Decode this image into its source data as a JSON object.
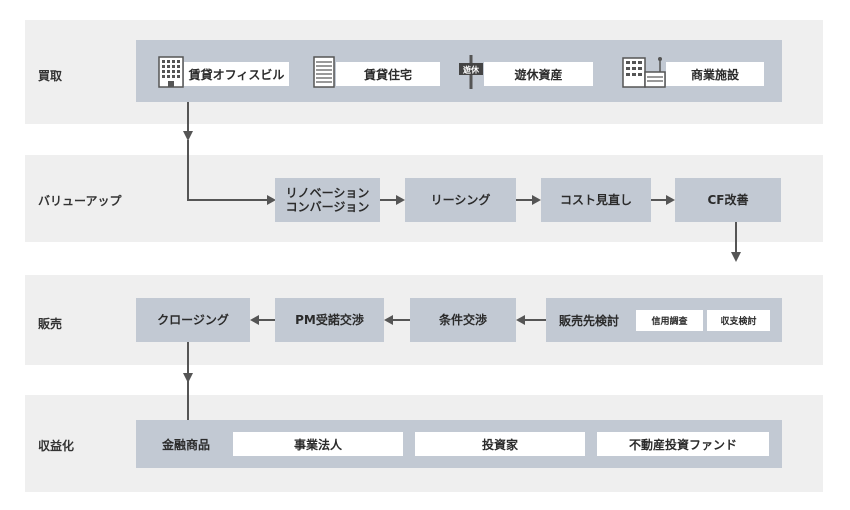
{
  "stages": {
    "acquisition": {
      "label": "買取",
      "items": [
        {
          "icon": "office-building-icon",
          "label": "賃貸オフィスビル"
        },
        {
          "icon": "apartment-icon",
          "label": "賃貸住宅"
        },
        {
          "icon": "idle-asset-sign-icon",
          "icon_text": "遊休",
          "label": "遊休資産"
        },
        {
          "icon": "shopping-facility-icon",
          "label": "商業施設"
        }
      ]
    },
    "value_up": {
      "label": "バリューアップ",
      "steps": [
        {
          "line1": "リノベーション",
          "line2": "コンバージョン"
        },
        {
          "label": "リーシング"
        },
        {
          "label": "コスト見直し"
        },
        {
          "label": "CF改善"
        }
      ]
    },
    "sales": {
      "label": "販売",
      "steps": [
        {
          "label": "販売先検討",
          "sub": [
            "信用調査",
            "収支検討"
          ]
        },
        {
          "label": "条件交渉"
        },
        {
          "label": "PM受諾交渉"
        },
        {
          "label": "クロージング"
        }
      ]
    },
    "monetization": {
      "label": "収益化",
      "title": "金融商品",
      "items": [
        "事業法人",
        "投資家",
        "不動産投資ファンド"
      ]
    }
  },
  "colors": {
    "band": "#efefef",
    "box": "#c2c9d3",
    "arrow": "#555555",
    "text": "#2b2b2b"
  }
}
